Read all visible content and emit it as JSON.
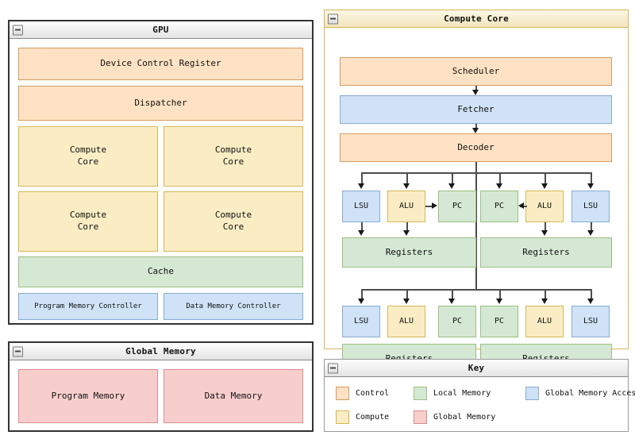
{
  "colors": {
    "control": "#ffe2c4",
    "control_border": "#d79b63",
    "compute": "#faedc4",
    "compute_border": "#d6b656",
    "local_memory": "#d5e8d4",
    "local_memory_border": "#9ac07f",
    "global_memory": "#f8cecc",
    "global_memory_border": "#d98d8a",
    "global_access": "#cfe2f6",
    "global_access_border": "#8aabd4",
    "connector": "#4d4d4d",
    "panel_border_dark": "#333333",
    "panel_border_tan": "#d6b656",
    "page_background": "#ffffff"
  },
  "gpu_panel": {
    "title": "GPU",
    "collapse_icon": "minus-icon",
    "device_control_register": "Device Control Register",
    "dispatcher": "Dispatcher",
    "compute_cores": [
      "Compute\nCore",
      "Compute\nCore",
      "Compute\nCore",
      "Compute\nCore"
    ],
    "cache": "Cache",
    "program_memory_controller": "Program Memory Controller",
    "data_memory_controller": "Data Memory Controller"
  },
  "global_memory_panel": {
    "title": "Global Memory",
    "collapse_icon": "minus-icon",
    "program_memory": "Program Memory",
    "data_memory": "Data Memory"
  },
  "compute_core_panel": {
    "title": "Compute Core",
    "collapse_icon": "minus-icon",
    "scheduler": "Scheduler",
    "fetcher": "Fetcher",
    "decoder": "Decoder",
    "thread_groups": [
      {
        "units": [
          "LSU",
          "ALU",
          "PC"
        ],
        "registers": "Registers"
      },
      {
        "units": [
          "PC",
          "ALU",
          "LSU"
        ],
        "registers": "Registers"
      },
      {
        "units": [
          "LSU",
          "ALU",
          "PC"
        ],
        "registers": "Registers"
      },
      {
        "units": [
          "PC",
          "ALU",
          "LSU"
        ],
        "registers": "Registers"
      }
    ]
  },
  "key_panel": {
    "title": "Key",
    "collapse_icon": "minus-icon",
    "entries": [
      {
        "label": "Control",
        "swatch": "control"
      },
      {
        "label": "Local Memory",
        "swatch": "local_memory"
      },
      {
        "label": "Global Memory Access",
        "swatch": "global_access"
      },
      {
        "label": "Compute",
        "swatch": "compute"
      },
      {
        "label": "Global Memory",
        "swatch": "global_memory"
      }
    ]
  }
}
